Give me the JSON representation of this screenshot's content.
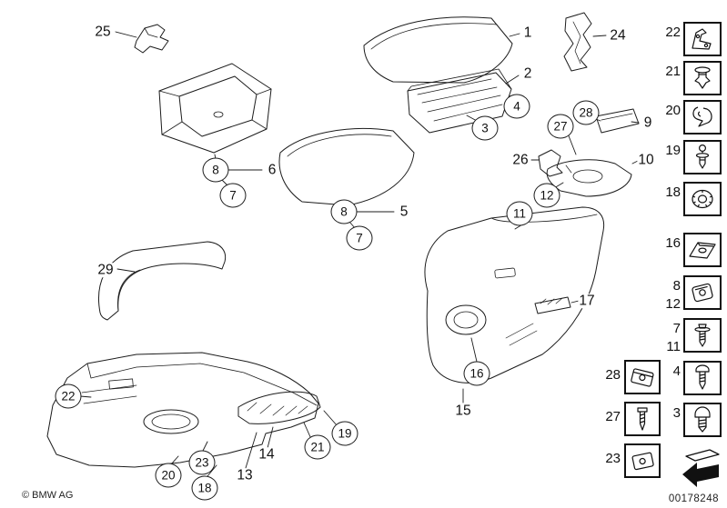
{
  "meta": {
    "copyright": "© BMW AG",
    "diagram_number": "00178248"
  },
  "callouts": {
    "plain": [
      {
        "label": "25"
      },
      {
        "label": "1"
      },
      {
        "label": "2"
      },
      {
        "label": "24"
      },
      {
        "label": "6"
      },
      {
        "label": "5"
      },
      {
        "label": "9"
      },
      {
        "label": "26"
      },
      {
        "label": "10"
      },
      {
        "label": "29"
      },
      {
        "label": "17"
      },
      {
        "label": "15"
      },
      {
        "label": "14"
      },
      {
        "label": "13"
      }
    ],
    "circled": [
      {
        "label": "8"
      },
      {
        "label": "7"
      },
      {
        "label": "4"
      },
      {
        "label": "3"
      },
      {
        "label": "28"
      },
      {
        "label": "27"
      },
      {
        "label": "12"
      },
      {
        "label": "11"
      },
      {
        "label": "8"
      },
      {
        "label": "7"
      },
      {
        "label": "16"
      },
      {
        "label": "22"
      },
      {
        "label": "19"
      },
      {
        "label": "21"
      },
      {
        "label": "23"
      },
      {
        "label": "20"
      },
      {
        "label": "18"
      }
    ]
  },
  "sidebar": {
    "rows": [
      {
        "label1": "22",
        "icon": "angle-bracket-icon"
      },
      {
        "label1": "21",
        "icon": "expanding-rivet-icon"
      },
      {
        "label1": "20",
        "icon": "spring-clip-icon"
      },
      {
        "label1": "19",
        "icon": "ball-pin-icon"
      },
      {
        "label1": "18",
        "icon": "plastic-nut-icon"
      },
      {
        "label1": "16",
        "icon": "bracket-plate-icon"
      },
      {
        "label1": "8",
        "label2": "12",
        "icon": "speed-nut-icon"
      },
      {
        "label1": "7",
        "label2": "11",
        "icon": "washer-screw-icon"
      },
      {
        "label1": "4",
        "icon": "pan-screw-icon"
      },
      {
        "label1": "3",
        "icon": "round-bolt-icon"
      }
    ],
    "aux": [
      {
        "label": "28",
        "icon": "clip-nut-icon"
      },
      {
        "label": "27",
        "icon": "tapping-screw-icon"
      },
      {
        "label": "23",
        "icon": "clip-icon"
      }
    ]
  }
}
